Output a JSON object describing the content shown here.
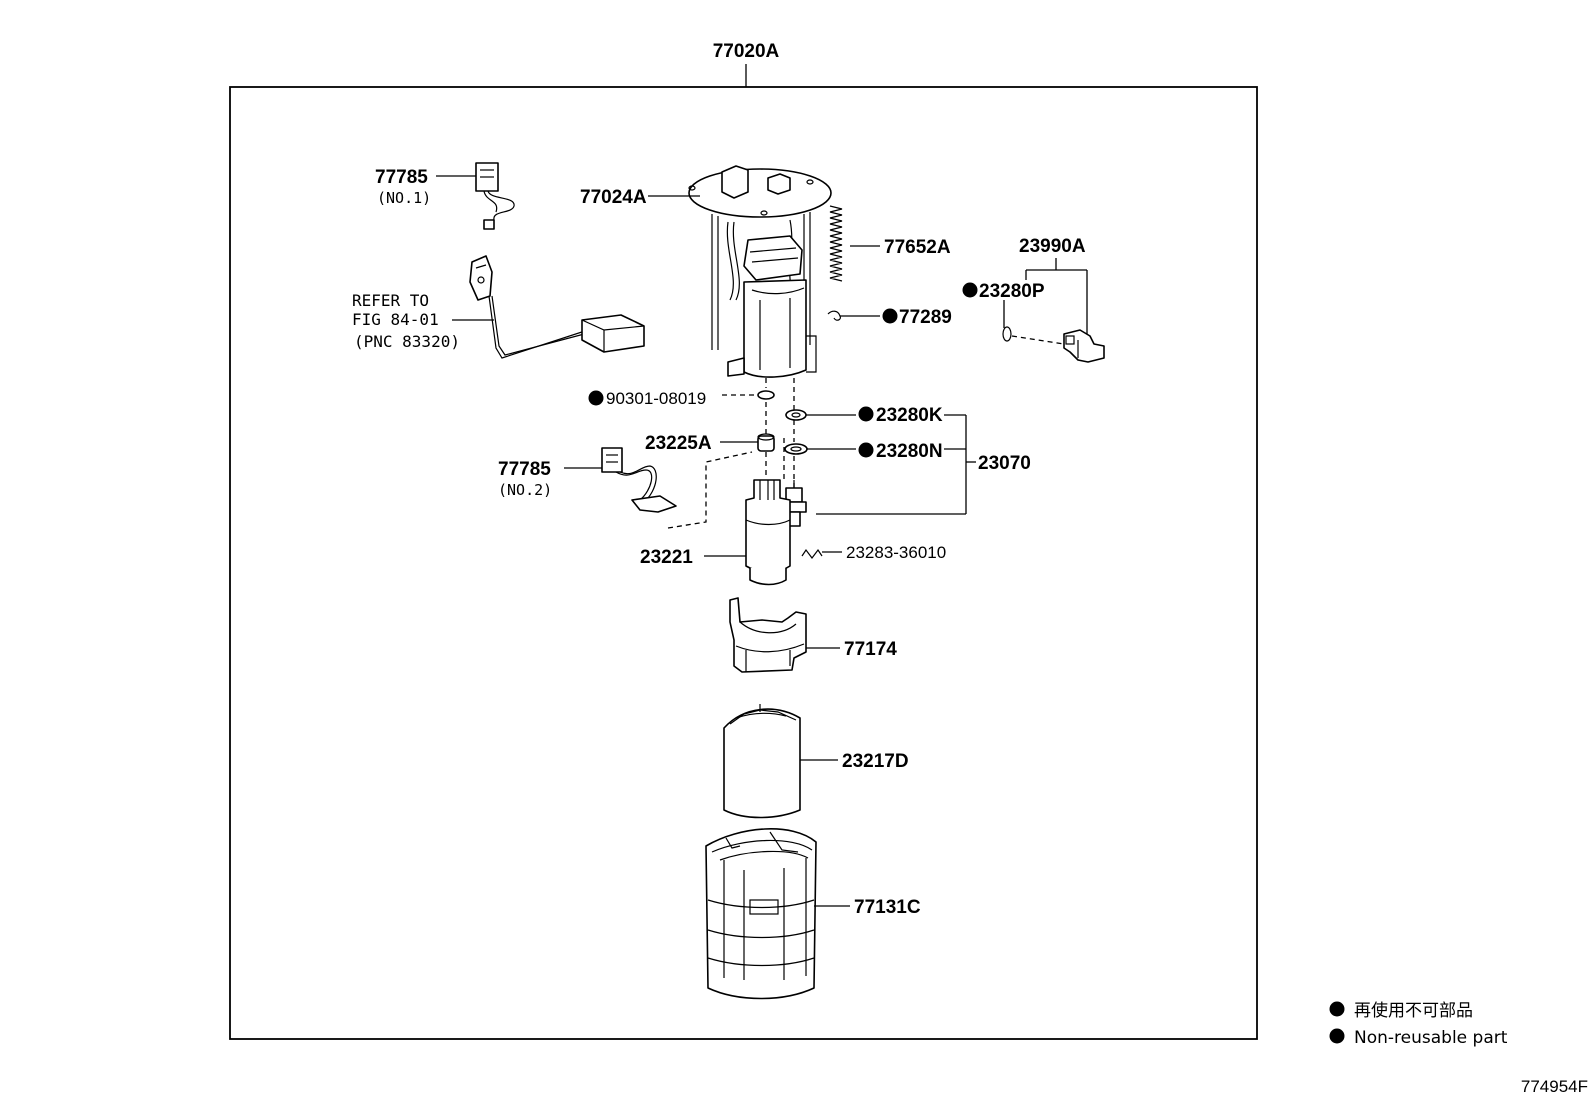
{
  "assembly_label": "77020A",
  "parts": {
    "p77785_1": {
      "label": "77785",
      "note": "(NO.1)"
    },
    "p77024A": {
      "label": "77024A"
    },
    "p77652A": {
      "label": "77652A"
    },
    "p23990A": {
      "label": "23990A"
    },
    "p23280P": {
      "label": "23280P"
    },
    "p77289": {
      "label": "77289"
    },
    "refer": {
      "line1": "REFER TO",
      "line2": "FIG 84-01",
      "line3": "(PNC 83320)"
    },
    "p90301": {
      "label": "90301-08019"
    },
    "p23280K": {
      "label": "23280K"
    },
    "p23225A": {
      "label": "23225A"
    },
    "p23280N": {
      "label": "23280N"
    },
    "p23070": {
      "label": "23070"
    },
    "p77785_2": {
      "label": "77785",
      "note": "(NO.2)"
    },
    "p23221": {
      "label": "23221"
    },
    "p23283": {
      "label": "23283-36010"
    },
    "p77174": {
      "label": "77174"
    },
    "p23217D": {
      "label": "23217D"
    },
    "p77131C": {
      "label": "77131C"
    }
  },
  "legend": {
    "line1": "再使用不可部品",
    "line2": "Non-reusable part"
  },
  "figure_code": "774954F"
}
